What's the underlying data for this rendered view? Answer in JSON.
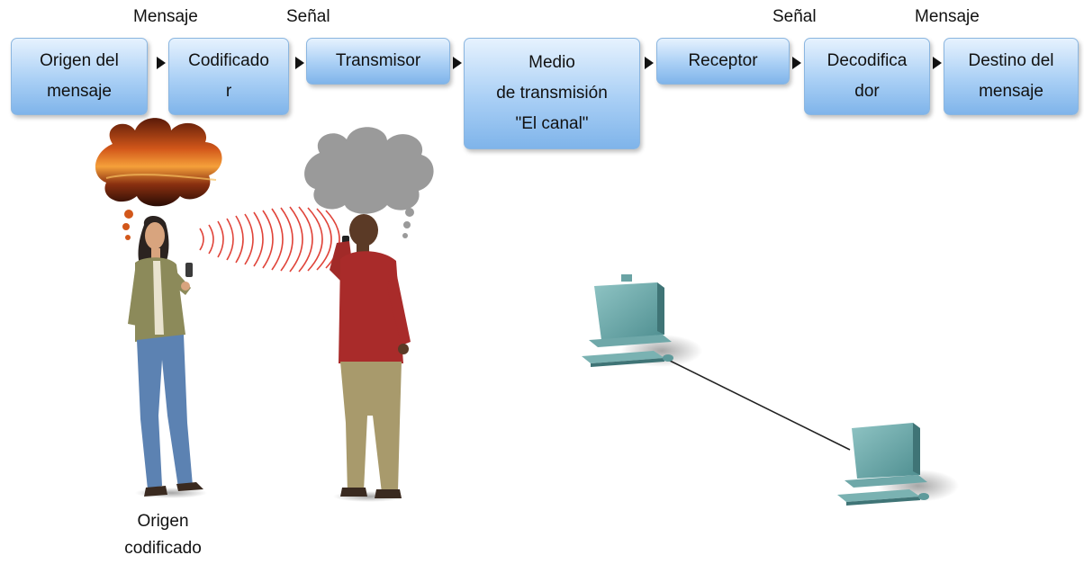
{
  "top_labels": {
    "mensaje_left": "Mensaje",
    "senal_left": "Señal",
    "senal_right": "Señal",
    "mensaje_right": "Mensaje"
  },
  "boxes": [
    {
      "text": "Origen del\nmensaje"
    },
    {
      "text": "Codificado\nr"
    },
    {
      "text": "Transmisor"
    },
    {
      "text": "Medio\nde transmisión\n\"El canal\""
    },
    {
      "text": "Receptor"
    },
    {
      "text": "Decodifica\ndor"
    },
    {
      "text": "Destino del\nmensaje"
    }
  ],
  "caption": "Origen\ncodificado",
  "icons": {
    "sunset_thought": "sunset-thought-bubble-icon",
    "grey_thought": "grey-thought-bubble-icon",
    "woman": "woman-with-phone-icon",
    "man": "man-with-phone-icon",
    "signal": "signal-waves-icon",
    "computer_1": "computer-icon",
    "computer_2": "computer-icon"
  }
}
